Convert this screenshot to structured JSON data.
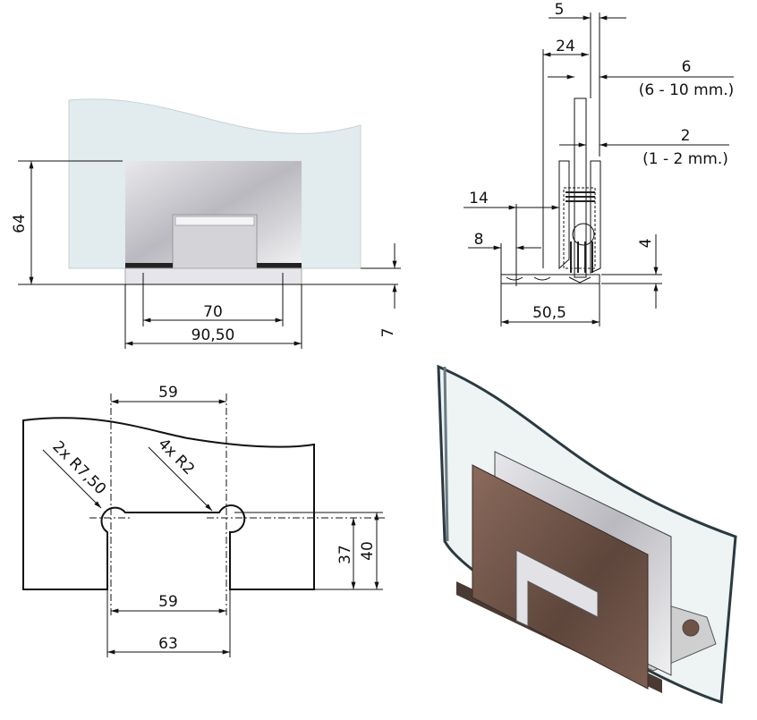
{
  "front_view": {
    "dim_height": "64",
    "dim_holes": "70",
    "dim_width": "90,50",
    "dim_plate": "7"
  },
  "side_view": {
    "dim_5": "5",
    "dim_24": "24",
    "dim_glass": "6",
    "dim_glass_range": "(6 - 10 mm.)",
    "dim_gap": "2",
    "dim_gap_range": "(1 - 2 mm.)",
    "dim_14": "14",
    "dim_8": "8",
    "dim_4": "4",
    "dim_base": "50,5"
  },
  "cutout_view": {
    "dim_top": "59",
    "dim_bottom": "59",
    "dim_63": "63",
    "dim_37": "37",
    "dim_40": "40",
    "note_large_radius": "2x R7,50",
    "note_small_radius": "4x R2"
  },
  "colors": {
    "bronze": "#6e5246",
    "chrome": "#d8d8dc",
    "glass": "#e4ecee"
  }
}
